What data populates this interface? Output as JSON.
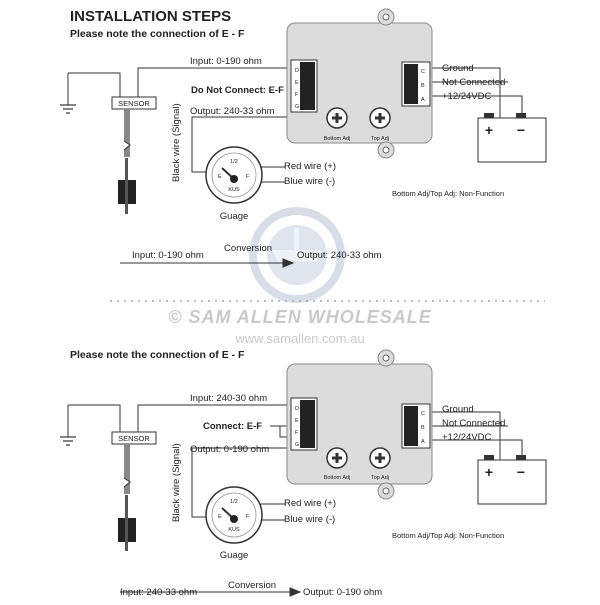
{
  "title": "INSTALLATION STEPS",
  "watermark": {
    "name": "© SAM ALLEN WHOLESALE",
    "url": "www.samallen.com.au"
  },
  "colors": {
    "box_fill": "#dcdcdc",
    "box_stroke": "#8a8a8a",
    "wire": "#333333",
    "watermark": "#c9c9c9"
  },
  "diagrams": [
    {
      "note": "Please note the connection of E - F",
      "input_label": "Input: 0-190 ohm",
      "ef_label": "Do Not Connect: E-F",
      "output_label": "Output: 240-33 ohm",
      "sensor_label": "SENSOR",
      "signal_label": "Black wire (Signal)",
      "gauge_label": "Guage",
      "red_wire": "Red wire (+)",
      "blue_wire": "Blue wire (-)",
      "ground": "Ground",
      "not_connected": "Not Connected",
      "power": "+12/24VDC",
      "bottom_adj": "Bottom Adj",
      "top_adj": "Top Adj",
      "adj_note": "Bottom Adj/Top Adj: Non-Function",
      "conv_in": "Input: 0-190 ohm",
      "conv_word": "Conversion",
      "conv_out": "Output: 240-33 ohm",
      "terminals_left": [
        "D",
        "E",
        "F",
        "G"
      ],
      "terminals_right": [
        "A",
        "B",
        "C"
      ],
      "battery_pos": "+",
      "battery_neg": "−",
      "gauge_brand": "KUS",
      "gauge_empty": "E",
      "gauge_full": "F",
      "gauge_half": "1/2"
    },
    {
      "note": "Please note the connection of E - F",
      "input_label": "Input: 240-30 ohm",
      "ef_label": "Connect: E-F",
      "output_label": "Output: 0-190 ohm",
      "sensor_label": "SENSOR",
      "signal_label": "Black wire (Signal)",
      "gauge_label": "Guage",
      "red_wire": "Red wire (+)",
      "blue_wire": "Blue wire (-)",
      "ground": "Ground",
      "not_connected": "Not Connected",
      "power": "+12/24VDC",
      "bottom_adj": "Bottom Adj",
      "top_adj": "Top Adj",
      "adj_note": "Bottom Adj/Top Adj: Non-Function",
      "conv_in": "Input: 240-33 ohm",
      "conv_word": "Conversion",
      "conv_out": "Output: 0-190 ohm",
      "terminals_left": [
        "D",
        "E",
        "F",
        "G"
      ],
      "terminals_right": [
        "A",
        "B",
        "C"
      ],
      "battery_pos": "+",
      "battery_neg": "−",
      "gauge_brand": "KUS",
      "gauge_empty": "E",
      "gauge_full": "F",
      "gauge_half": "1/2"
    }
  ]
}
